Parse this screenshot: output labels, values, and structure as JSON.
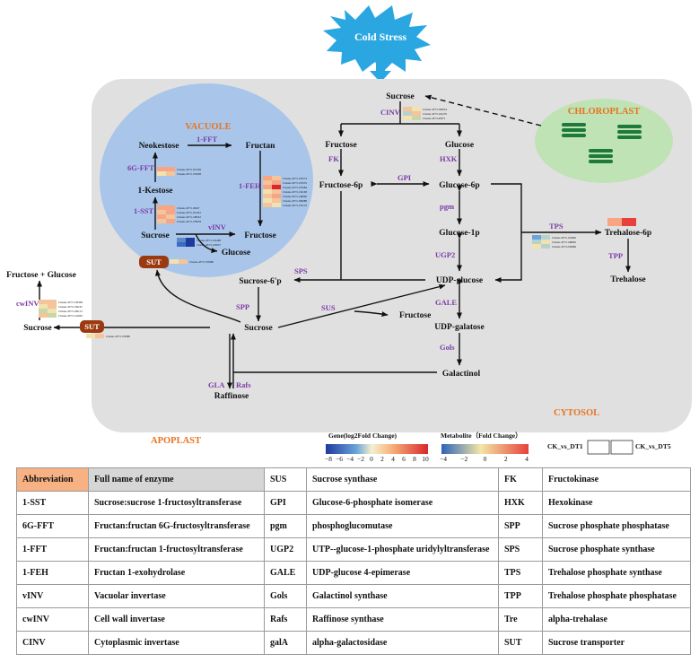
{
  "title": "Cold Stress",
  "regions": {
    "vacuole": "VACUOLE",
    "chloroplast": "CHLOROPLAST",
    "cytosol": "CYTOSOL",
    "apoplast": "APOPLAST"
  },
  "nodes": {
    "sucrose_top": "Sucrose",
    "fructose": "Fructose",
    "glucose": "Glucose",
    "fructose_6p": "Fructose-6p",
    "glucose_6p": "Glucose-6p",
    "glucose_1p": "Glucose-1p",
    "udp_glucose": "UDP-glucose",
    "udp_galatose": "UDP-galatose",
    "galactinol": "Galactinol",
    "sucrose_6p": "Sucrose-6'p",
    "sucrose_cyt": "Sucrose",
    "fructose_sus": "Fructose",
    "raffinose": "Raffinose",
    "trehalose_6p": "Trehalose-6p",
    "trehalose": "Trehalose",
    "neokestose": "Neokestose",
    "fructan": "Fructan",
    "kestose": "1-Kestose",
    "sucrose_vac": "Sucrose",
    "fructose_vac": "Fructose",
    "glucose_vac": "Glucose",
    "fructose_glucose": "Fructose + Glucose",
    "sucrose_apo": "Sucrose"
  },
  "enzymes": {
    "cinv": "CINV",
    "fk": "FK",
    "hxk": "HXK",
    "gpi": "GPI",
    "pgm": "pgm",
    "ugp2": "UGP2",
    "gale": "GALE",
    "gols": "Gols",
    "sps": "SPS",
    "spp": "SPP",
    "sus": "SUS",
    "gla": "GLA",
    "rafs": "Rafs",
    "tps": "TPS",
    "tpp": "TPP",
    "fft1": "1-FFT",
    "fft6g": "6G-FFT",
    "feh1": "1-FEH",
    "sst1": "1-SST",
    "vinv": "vINV",
    "cwinv": "cwINV",
    "sut1": "SUT",
    "sut2": "SUT"
  },
  "clusters": {
    "cinv": [
      "Cluster-4573.106054",
      "Cluster-4573.191270",
      "Cluster-4573.45971"
    ],
    "fft6g": [
      "Cluster-4573.101359",
      "Cluster-4573.155958"
    ],
    "feh1": [
      "Cluster-4573.153574",
      "Cluster-4573.153576",
      "Cluster-4573.153584",
      "Cluster-4573.132108",
      "Cluster-4573.146690",
      "Cluster-4573.180088",
      "Cluster-4573.179176"
    ],
    "sst1": [
      "Cluster-4573.10947",
      "Cluster-4573.101361",
      "Cluster-4573.148322",
      "Cluster-4573.178978"
    ],
    "vinv": [
      "Cluster-4573.122408",
      "Cluster-4573.123637"
    ],
    "sut_vac": [
      "Cluster-4573.155980"
    ],
    "cwinv": [
      "Cluster-4573.130309",
      "Cluster-4573.139167",
      "Cluster-4573.109113",
      "Cluster-4573.141905"
    ],
    "sut_apo": [
      "Cluster-4573.155980"
    ],
    "tps": [
      "Cluster-4573.110969",
      "Cluster-4573.148682",
      "Cluster-4573.239686"
    ]
  },
  "legend": {
    "gene_title": "Gene(log2Fold Change)",
    "gene_ticks": [
      "−8",
      "−6",
      "−4",
      "−2",
      "0",
      "2",
      "4",
      "6",
      "8",
      "10"
    ],
    "metabolite_title": "Metabolite（Fold Change）",
    "metabolite_ticks": [
      "−4",
      "−2",
      "0",
      "2",
      "4"
    ],
    "ck_dt1": "CK_vs_DT1",
    "ck_dt5": "CK_vs_DT5"
  },
  "colors": {
    "cold_stress": "#2aa7e1",
    "cell_bg": "#e0e0e0",
    "vacuole": "#a9c6ea",
    "chloroplast": "#bfe3b4",
    "thylakoid": "#1e7a3a",
    "enzyme_text": "#7b3aa6",
    "region_text": "#e8731e",
    "sut": "#9b3a10",
    "table_abbr_header": "#f7b183",
    "table_header": "#d6d6d6"
  },
  "table": {
    "headers": [
      "Abbreviation",
      "Full name of enzyme",
      "SUS",
      "Sucrose synthase",
      "FK",
      "Fructokinase"
    ],
    "rows": [
      [
        "1-SST",
        "Sucrose:sucrose 1-fructosyltransferase",
        "GPI",
        "Glucose-6-phosphate isomerase",
        "HXK",
        "Hexokinase"
      ],
      [
        "6G-FFT",
        "Fructan:fructan 6G-fructosyltransferase",
        "pgm",
        "phosphoglucomutase",
        "SPP",
        "Sucrose phosphate phosphatase"
      ],
      [
        "1-FFT",
        "Fructan:fructan 1-fructosyltransferase",
        "UGP2",
        "UTP--glucose-1-phosphate uridylyltransferase",
        "SPS",
        "Sucrose phosphate synthase"
      ],
      [
        "1-FEH",
        "Fructan 1-exohydrolase",
        "GALE",
        "UDP-glucose 4-epimerase",
        "TPS",
        "Trehalose phosphate synthase"
      ],
      [
        "vINV",
        "Vacuolar invertase",
        "Gols",
        "Galactinol synthase",
        "TPP",
        "Trehalose phosphate phosphatase"
      ],
      [
        "cwINV",
        "Cell wall invertase",
        "Rafs",
        "Raffinose synthase",
        "Tre",
        "alpha-trehalase"
      ],
      [
        "CINV",
        "Cytoplasmic invertase",
        "galA",
        "alpha-galactosidase",
        "SUT",
        "Sucrose transporter"
      ]
    ]
  }
}
